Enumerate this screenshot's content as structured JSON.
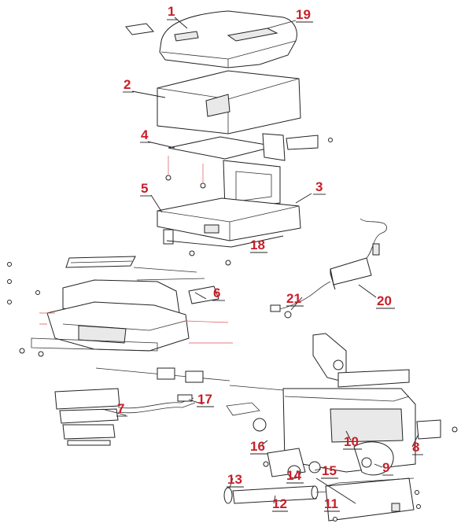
{
  "callouts": {
    "c1": "1",
    "c2": "2",
    "c3": "3",
    "c4": "4",
    "c5": "5",
    "c6": "6",
    "c7": "7",
    "c8": "8",
    "c9": "9",
    "c10": "10",
    "c11": "11",
    "c12": "12",
    "c13": "13",
    "c14": "14",
    "c15": "15",
    "c16": "16",
    "c17": "17",
    "c18": "18",
    "c19": "19",
    "c20": "20",
    "c21": "21"
  },
  "colors": {
    "callout": "#c8202a",
    "assembly_line": "#e05050",
    "outline": "#222222"
  }
}
